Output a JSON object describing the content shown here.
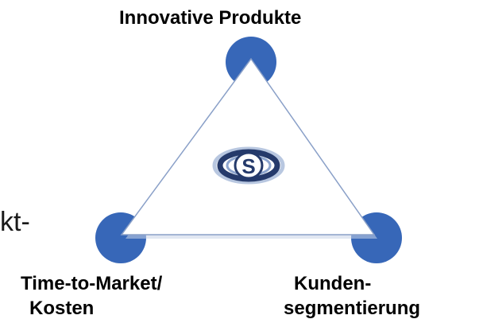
{
  "labels": {
    "top": "Innovative Produkte",
    "left_line1": "Time-to-Market/",
    "left_line2": "Kosten",
    "right_line1": "Kunden-",
    "right_line2": "segmentierung",
    "cut_off_text": "kt-"
  },
  "logo": {
    "letter": "S"
  },
  "colors": {
    "node": "#3767b8",
    "triangle_stroke": "#8aa0c8",
    "logo_dark": "#253a6b",
    "logo_light": "#b8c7e0"
  },
  "icons": {
    "center": "s-ring-logo"
  }
}
